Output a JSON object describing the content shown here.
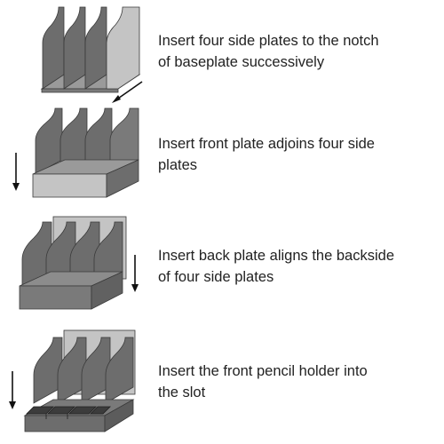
{
  "colors": {
    "plate_dark": "#6d6d6d",
    "plate_mid": "#838383",
    "plate_light": "#c4c4c4",
    "edge": "#3a3a3a",
    "arrow": "#111111",
    "text": "#222222"
  },
  "steps": [
    {
      "line1": "Insert four side plates to the notch",
      "line2": "of baseplate successively"
    },
    {
      "line1": "Insert front plate adjoins four side",
      "line2": "plates"
    },
    {
      "line1": "Insert back plate aligns the backside",
      "line2": "of four side plates"
    },
    {
      "line1": "Insert the front pencil holder into",
      "line2": "the slot"
    }
  ]
}
